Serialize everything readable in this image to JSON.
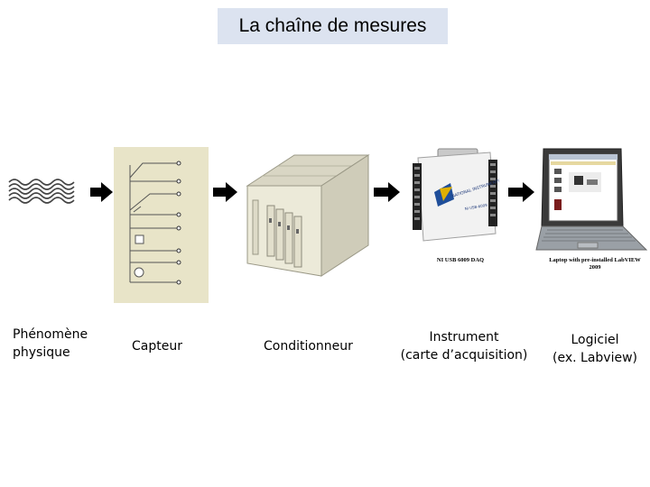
{
  "title": "La chaîne de mesures",
  "stages": [
    {
      "id": "phenomene",
      "label": "Phénomène\n physique",
      "icon": "wave-icon"
    },
    {
      "id": "capteur",
      "label": "Capteur",
      "icon": "sensor-schematic-icon"
    },
    {
      "id": "conditionneur",
      "label": "Conditionneur",
      "icon": "signal-conditioner-icon"
    },
    {
      "id": "instrument",
      "label": "Instrument\n(carte d’acquisition)",
      "icon": "daq-device-icon"
    },
    {
      "id": "logiciel",
      "label": "Logiciel\n(ex. Labview)",
      "icon": "laptop-icon"
    }
  ],
  "captions": {
    "daq": "NI USB 6009 DAQ",
    "laptop": "Laptop with pre-installed\nLabVIEW 2009"
  },
  "device_text": {
    "daq_brand": "NATIONAL INSTRUMENTS",
    "daq_model": "NI USB-6009"
  },
  "colors": {
    "title_bg": "#dce3f0",
    "arrow": "#000000",
    "sensor_panel": "#e8e4c8",
    "conditioner_body": "#e6e3d2"
  }
}
